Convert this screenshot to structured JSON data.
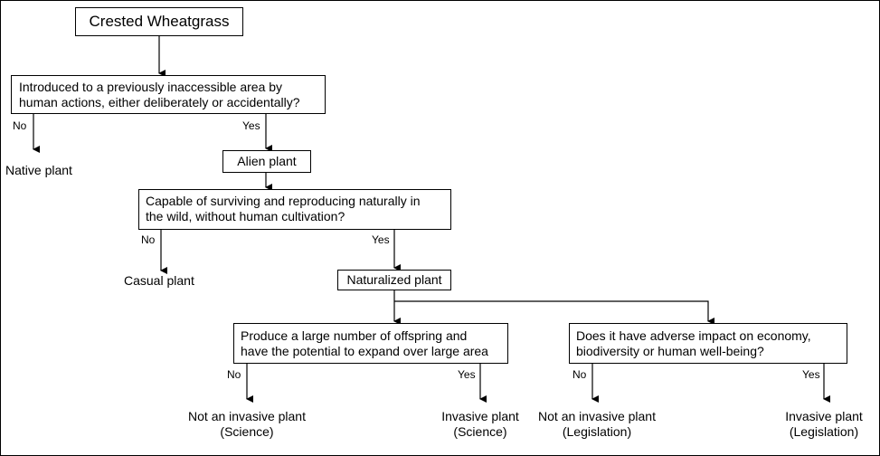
{
  "title": "Crested Wheatgrass",
  "q1": "Introduced to a previously inaccessible area by\nhuman actions, either deliberately or accidentally?",
  "q2": "Capable of surviving and reproducing naturally in\nthe wild, without human cultivation?",
  "q3": "Produce a large number of offspring  and\nhave the potential to expand over large area",
  "q4": "Does it have adverse impact on economy,\nbiodiversity or human well-being?",
  "alien": "Alien plant",
  "naturalized": "Naturalized plant",
  "native": "Native plant",
  "casual": "Casual plant",
  "not_inv_sci": "Not an invasive plant\n(Science)",
  "inv_sci": "Invasive plant\n(Science)",
  "not_inv_leg": "Not an invasive plant\n(Legislation)",
  "inv_leg": "Invasive plant\n(Legislation)",
  "no": "No",
  "yes": "Yes"
}
